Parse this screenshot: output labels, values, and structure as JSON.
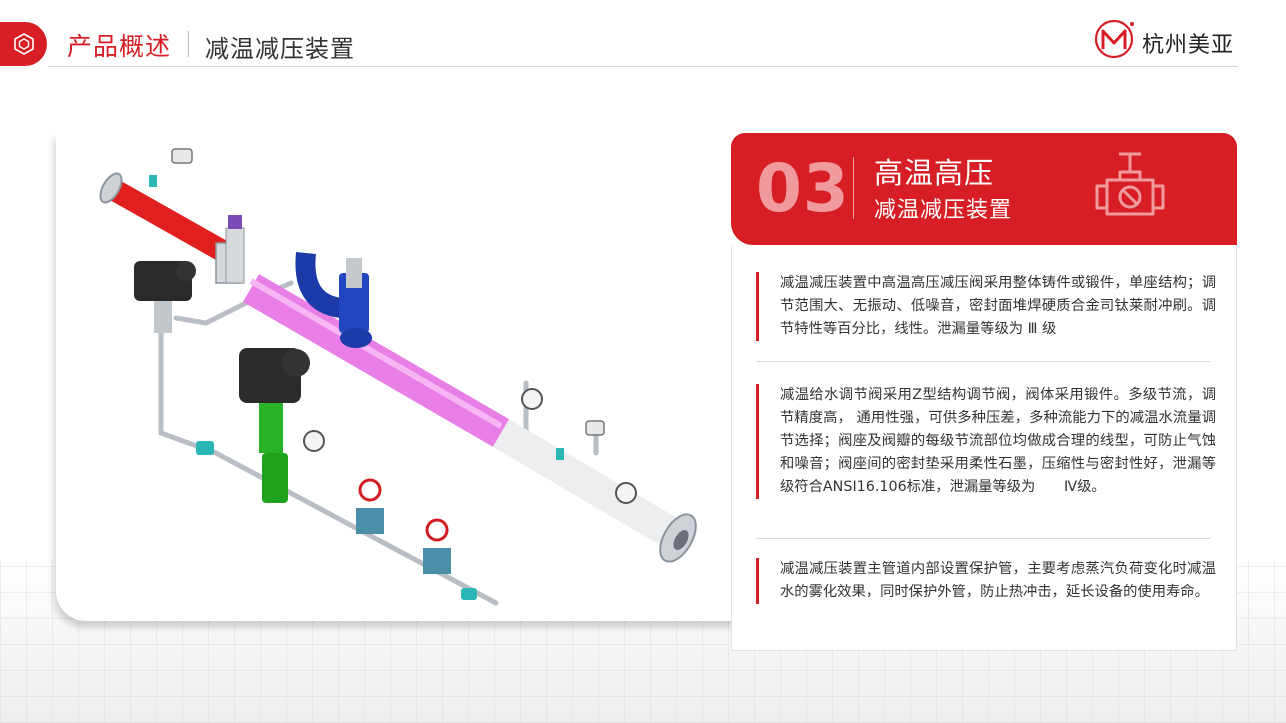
{
  "header": {
    "title": "产品概述",
    "subtitle": "减温减压装置",
    "logo_text": "杭州美亚"
  },
  "panel": {
    "number": "03",
    "title_line1": "高温高压",
    "title_line2": "减温减压装置"
  },
  "paragraphs": [
    "减温减压装置中高温高压减压阀采用整体铸件或锻件，单座结构；调节范围大、无振动、低噪音，密封面堆焊硬质合金司钛莱耐冲刷。调节特性等百分比，线性。泄漏量等级为 Ⅲ 级",
    "减温给水调节阀采用Z型结构调节阀，阀体采用锻件。多级节流，调节精度高， 通用性强，可供多种压差，多种流能力下的减温水流量调节选择；阀座及阀瓣的每级节流部位均做成合理的线型，可防止气蚀和噪音；阀座间的密封垫采用柔性石墨，压缩性与密封性好，泄漏等级符合ANSI16.106标准，泄漏量等级为　　Ⅳ级。",
    "减温减压装置主管道内部设置保护管，主要考虑蒸汽负荷变化时减温水的雾化效果，同时保护外管，防止热冲击，延长设备的使用寿命。"
  ],
  "colors": {
    "accent": "#d71e24",
    "number": "#f19a9d"
  }
}
